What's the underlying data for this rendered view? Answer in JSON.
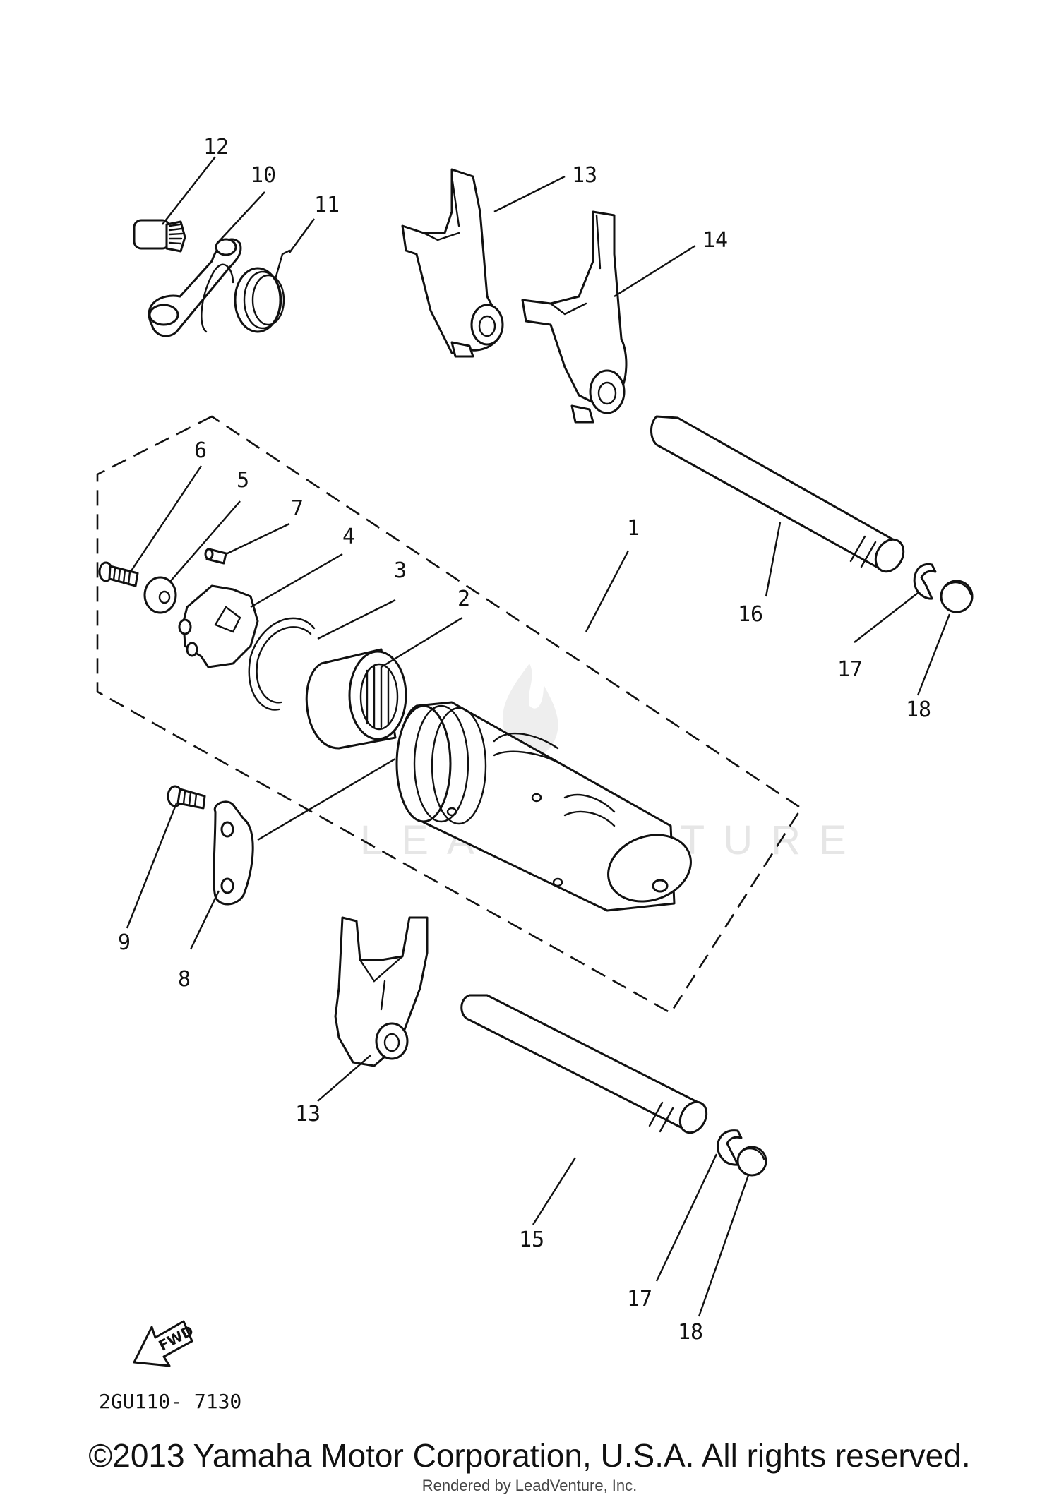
{
  "callouts": [
    {
      "id": "c12",
      "label": "12"
    },
    {
      "id": "c10",
      "label": "10"
    },
    {
      "id": "c11",
      "label": "11"
    },
    {
      "id": "c13a",
      "label": "13"
    },
    {
      "id": "c14",
      "label": "14"
    },
    {
      "id": "c6",
      "label": "6"
    },
    {
      "id": "c5",
      "label": "5"
    },
    {
      "id": "c7",
      "label": "7"
    },
    {
      "id": "c4",
      "label": "4"
    },
    {
      "id": "c3",
      "label": "3"
    },
    {
      "id": "c1",
      "label": "1"
    },
    {
      "id": "c2",
      "label": "2"
    },
    {
      "id": "c16",
      "label": "16"
    },
    {
      "id": "c17a",
      "label": "17"
    },
    {
      "id": "c18a",
      "label": "18"
    },
    {
      "id": "c9",
      "label": "9"
    },
    {
      "id": "c8",
      "label": "8"
    },
    {
      "id": "c13b",
      "label": "13"
    },
    {
      "id": "c15",
      "label": "15"
    },
    {
      "id": "c17b",
      "label": "17"
    },
    {
      "id": "c18b",
      "label": "18"
    }
  ],
  "fwd_label": "FWD",
  "diagram_code": "2GU110- 7130",
  "watermark": "LEADVENTURE",
  "copyright": "©2013 Yamaha Motor Corporation, U.S.A. All rights reserved.",
  "rendered_by": "Rendered by LeadVenture, Inc."
}
